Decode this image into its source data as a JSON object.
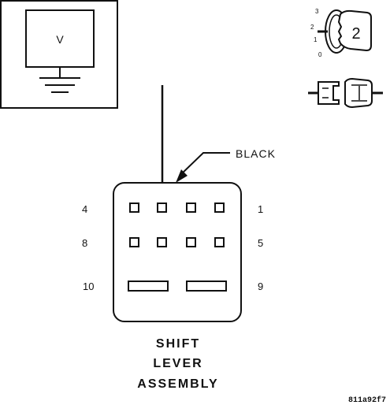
{
  "meter": {
    "symbol": "V"
  },
  "ignition": {
    "positions": [
      "3",
      "2",
      "1",
      "0"
    ],
    "selected": "2"
  },
  "callout": {
    "wire_color": "BLACK"
  },
  "connector": {
    "pin_numbers": {
      "top_left": "4",
      "top_right": "1",
      "mid_left": "8",
      "mid_right": "5",
      "bottom_left": "10",
      "bottom_right": "9"
    }
  },
  "component": {
    "title_lines": [
      "SHIFT",
      "LEVER",
      "ASSEMBLY"
    ]
  },
  "figure_code": "811a92f7"
}
